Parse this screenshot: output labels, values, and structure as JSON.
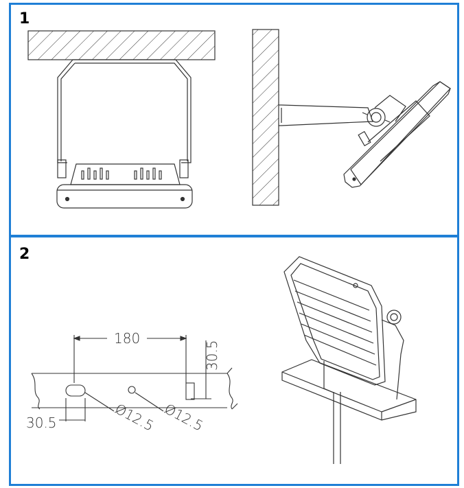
{
  "panels": [
    {
      "number": "1"
    },
    {
      "number": "2"
    }
  ],
  "dimensions": {
    "width_label": "180",
    "height_label": "30.5",
    "offset_label": "30.5",
    "hole_large": "Ø12.5",
    "hole_small": "Ø12.5"
  },
  "colors": {
    "border": "#1f7fd6",
    "line": "#333333"
  }
}
